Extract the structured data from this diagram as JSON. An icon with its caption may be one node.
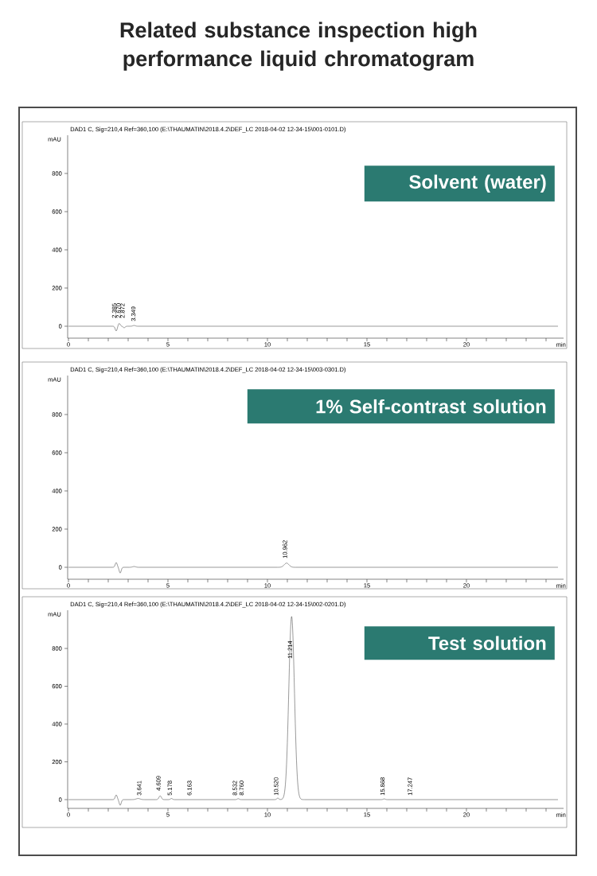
{
  "diagram": {
    "title": "Related substance inspection high performance liquid chromatogram",
    "nodes": [
      {
        "text": [
          "Solvent (water)"
        ]
      },
      {
        "text": [
          "1% Self-contrast solution"
        ]
      },
      {
        "text": [
          "Test solution"
        ]
      }
    ],
    "labels": [
      "DAD1 C, Sig=210,4 Ref=360,100 (E:\\THAUMATIN\\2018.4.2\\DEF_LC 2018-04-02 12-34-15\\001-0101.D)",
      "mAU",
      "800",
      "600",
      "400",
      "200",
      "0",
      "0",
      "5",
      "10",
      "15",
      "20",
      "min",
      "2.385",
      "2.670",
      "2.872",
      "3.349",
      "DAD1 C, Sig=210,4 Ref=360,100 (E:\\THAUMATIN\\2018.4.2\\DEF_LC 2018-04-02 12-34-15\\003-0301.D)",
      "mAU",
      "800",
      "600",
      "400",
      "200",
      "0",
      "0",
      "5",
      "10",
      "15",
      "20",
      "min",
      "10.962",
      "DAD1 C, Sig=210,4 Ref=360,100 (E:\\THAUMATIN\\2018.4.2\\DEF_LC 2018-04-02 12-34-15\\002-0201.D)",
      "mAU",
      "800",
      "600",
      "400",
      "200",
      "0",
      "0",
      "5",
      "10",
      "15",
      "20",
      "min",
      "3.641",
      "4.609",
      "5.178",
      "6.163",
      "8.532",
      "8.760",
      "10.520",
      "11.214",
      "15.868",
      "17.247"
    ]
  }
}
